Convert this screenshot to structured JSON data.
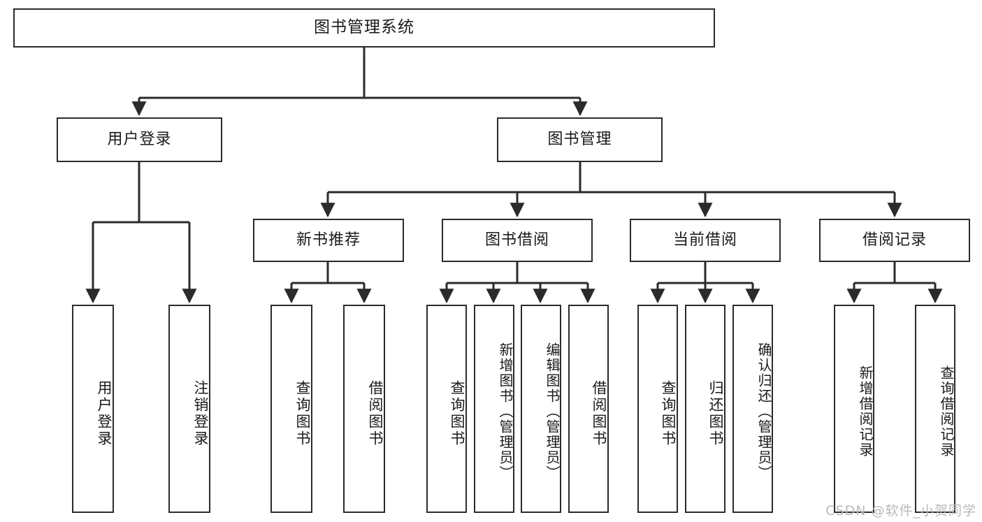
{
  "diagram": {
    "type": "tree",
    "title": "图书管理系统",
    "watermark": "CSDN @软件_小贺同学",
    "palette": {
      "background": "#ffffff",
      "node_fill": "#ffffff",
      "node_border": "#2b2b2b",
      "connector": "#2b2b2b",
      "text": "#1a1a1a",
      "watermark": "#b9b9b9"
    },
    "levels": {
      "root": "图书管理系统",
      "level2": [
        "用户登录",
        "图书管理"
      ],
      "level3": [
        "新书推荐",
        "图书借阅",
        "当前借阅",
        "借阅记录"
      ]
    },
    "nodes": {
      "root": {
        "label": "图书管理系统"
      },
      "user_login": {
        "label": "用户登录"
      },
      "book_manage": {
        "label": "图书管理"
      },
      "new_book_rec": {
        "label": "新书推荐"
      },
      "book_borrow": {
        "label": "图书借阅"
      },
      "current_borrow": {
        "label": "当前借阅"
      },
      "borrow_record": {
        "label": "借阅记录"
      }
    },
    "leaves": {
      "user_login": [
        {
          "label": "用户登录"
        },
        {
          "label": "注销登录"
        }
      ],
      "new_book_rec": [
        {
          "label": "查询图书"
        },
        {
          "label": "借阅图书"
        }
      ],
      "book_borrow": [
        {
          "label": "查询图书"
        },
        {
          "label": "新增图书（管理员）"
        },
        {
          "label": "编辑图书（管理员）"
        },
        {
          "label": "借阅图书"
        }
      ],
      "current_borrow": [
        {
          "label": "查询图书"
        },
        {
          "label": "归还图书"
        },
        {
          "label": "确认归还（管理员）"
        }
      ],
      "borrow_record": [
        {
          "label": "新增借阅记录"
        },
        {
          "label": "查询借阅记录"
        }
      ]
    }
  }
}
